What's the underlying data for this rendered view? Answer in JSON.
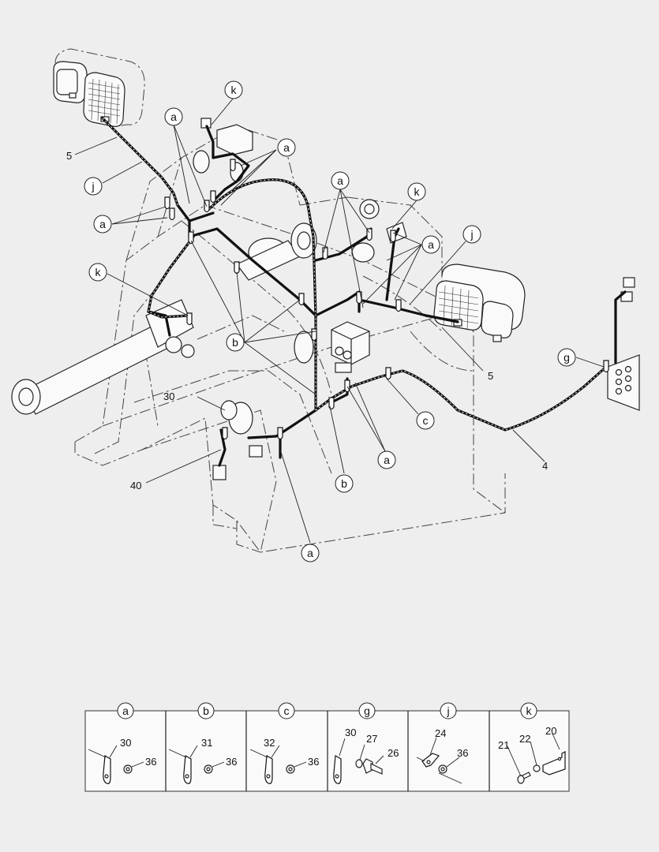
{
  "callouts": {
    "a": "a",
    "b": "b",
    "c": "c",
    "g": "g",
    "j": "j",
    "k": "k",
    "n4": "4",
    "n5": "5",
    "n30": "30",
    "n40": "40"
  },
  "legend": [
    {
      "letter": "a",
      "parts": [
        "30",
        "36"
      ]
    },
    {
      "letter": "b",
      "parts": [
        "31",
        "36"
      ]
    },
    {
      "letter": "c",
      "parts": [
        "32",
        "36"
      ]
    },
    {
      "letter": "g",
      "parts": [
        "30",
        "27",
        "26"
      ]
    },
    {
      "letter": "j",
      "parts": [
        "24",
        "36"
      ]
    },
    {
      "letter": "k",
      "parts": [
        "21",
        "22",
        "20"
      ]
    }
  ],
  "colors": {
    "background": "#eeeeee",
    "line": "#222222"
  }
}
